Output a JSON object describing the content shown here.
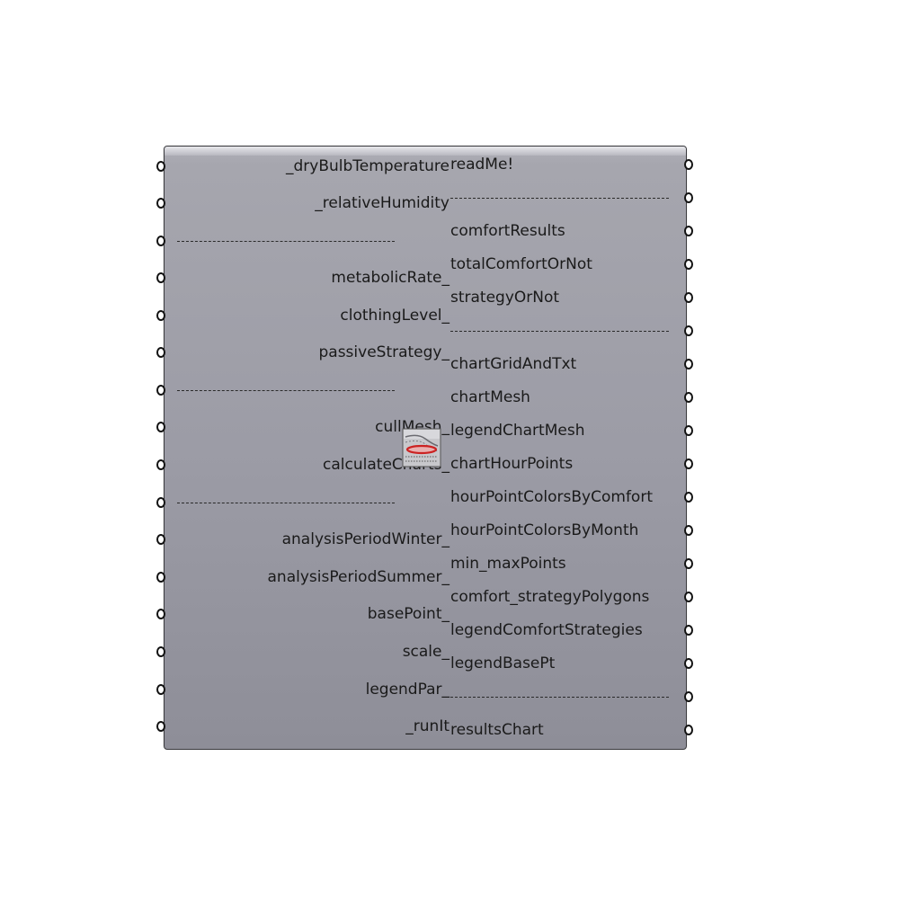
{
  "component": {
    "inputs": [
      {
        "label": "_dryBulbTemperature"
      },
      {
        "label": "_relativeHumidity"
      },
      {
        "label": "------------------------------",
        "separator": true
      },
      {
        "label": "metabolicRate_"
      },
      {
        "label": "clothingLevel_"
      },
      {
        "label": "passiveStrategy_"
      },
      {
        "label": "------------------------------",
        "separator": true
      },
      {
        "label": "cullMesh_"
      },
      {
        "label": "calculateCharts_"
      },
      {
        "label": "------------------------------",
        "separator": true
      },
      {
        "label": "analysisPeriodWinter_"
      },
      {
        "label": "analysisPeriodSummer_"
      },
      {
        "label": "basePoint_"
      },
      {
        "label": "scale_"
      },
      {
        "label": "legendPar_"
      },
      {
        "label": "_runIt"
      }
    ],
    "outputs": [
      {
        "label": "readMe!"
      },
      {
        "label": "------------------------------",
        "separator": true
      },
      {
        "label": "comfortResults"
      },
      {
        "label": "totalComfortOrNot"
      },
      {
        "label": "strategyOrNot"
      },
      {
        "label": "------------------------------",
        "separator": true
      },
      {
        "label": "chartGridAndTxt"
      },
      {
        "label": "chartMesh"
      },
      {
        "label": "legendChartMesh"
      },
      {
        "label": "chartHourPoints"
      },
      {
        "label": "hourPointColorsByComfort"
      },
      {
        "label": "hourPointColorsByMonth"
      },
      {
        "label": "min_maxPoints"
      },
      {
        "label": "comfort_strategyPolygons"
      },
      {
        "label": "legendComfortStrategies"
      },
      {
        "label": "legendBasePt"
      },
      {
        "label": "------------------------------",
        "separator": true
      },
      {
        "label": "resultsChart"
      }
    ],
    "icon": "psychrometric-chart-icon",
    "colors": {
      "body": "#9c9ca6",
      "border": "#3a3a3e",
      "text": "#1a1a1a"
    }
  }
}
